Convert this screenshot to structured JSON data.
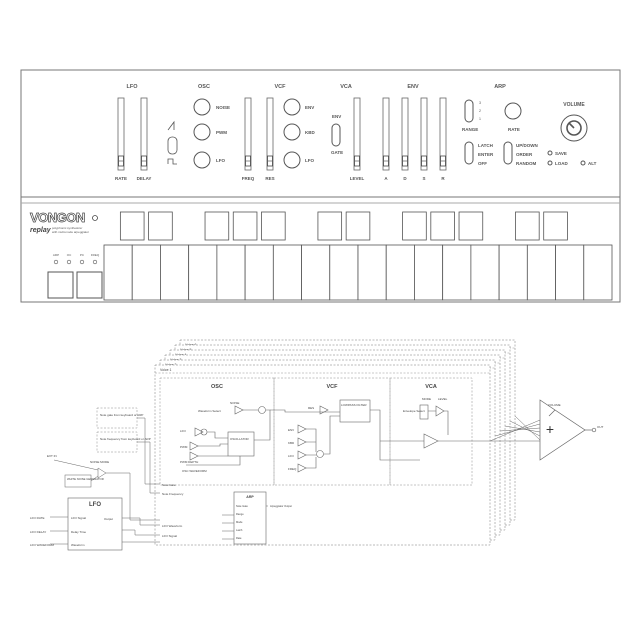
{
  "synth": {
    "brand": "VONGON",
    "model": "replay",
    "tagline1": "polyphonic synthesizer",
    "tagline2": "with multi-mode arpeggiator",
    "sections": [
      "LFO",
      "OSC",
      "VCF",
      "VCA",
      "ENV",
      "ARP"
    ],
    "lfo": {
      "rate": "RATE",
      "delay": "DELAY"
    },
    "osc": {
      "noise": "NOISE",
      "pwm": "PWM",
      "lfo": "LFO"
    },
    "vcf": {
      "freq": "FREQ",
      "res": "RES",
      "env": "ENV",
      "kbd": "KBD",
      "lfo": "LFO"
    },
    "vca": {
      "env": "ENV",
      "gate": "GATE",
      "level": "LEVEL"
    },
    "env": [
      "A",
      "D",
      "S",
      "R"
    ],
    "arp": {
      "range": "RANGE",
      "range_marks": [
        "3",
        "2",
        "1"
      ],
      "rate": "RATE",
      "latch": "LATCH",
      "enter": "ENTER",
      "off": "OFF",
      "updown": "UP/DOWN",
      "order": "ORDER",
      "random": "RANDOM"
    },
    "volume": "VOLUME",
    "save": "SAVE",
    "load": "LOAD",
    "alt": "ALT",
    "small_labels": [
      "ARP",
      "OC",
      "PC",
      "FREQ"
    ]
  },
  "diagram": {
    "voices": [
      "Voice 6",
      "Voice 5",
      "Voice 4",
      "Voice 3",
      "Voice 2",
      "Voice 1"
    ],
    "blocks": {
      "osc": "OSC",
      "vcf": "VCF",
      "vca": "VCA",
      "lfo": "LFO",
      "arp": "ARP"
    },
    "osc_labels": {
      "noise": "NOISE",
      "waveform": "Waveform Select",
      "pwm_in": "PWM",
      "lfo_in": "LFO",
      "pwm_depth": "PWM DEPTH",
      "oscillator": "OSCILLATOR",
      "osc_waveform": "OSC WAVEFORM"
    },
    "vcf_labels": {
      "env": "ENV",
      "kbd": "KBD",
      "lfo": "LFO",
      "freq": "FREQ",
      "res": "RES",
      "filter": "LOWPASS FILTER"
    },
    "vca_labels": {
      "mode": "MODE",
      "level": "LEVEL",
      "env_gate": "Envelope Select"
    },
    "notes": [
      "Note gate from keyboard or ARP",
      "Note frequency from keyboard or ARP"
    ],
    "left_inputs": {
      "ext_in": "EXT IN",
      "noise_mode": "NOISE MODE",
      "white_noise": "WHITE NOISE GENERATOR"
    },
    "lfo_inputs": [
      "LFO RATE",
      "LFO DELAY",
      "LFO WAVEFORM"
    ],
    "lfo_signals": [
      "LFO Signal",
      "Delay Time",
      "Waveform",
      "Output"
    ],
    "mid_signals": [
      "Note Gate",
      "Note Frequency",
      "LFO Waveform",
      "LFO Signal"
    ],
    "arp_labels": [
      "Note Gate",
      "Range",
      "Mode",
      "Latch",
      "Rate"
    ],
    "arp_output": "Arpeggiator Output",
    "volume": "VOLUME",
    "out": "OUT"
  }
}
